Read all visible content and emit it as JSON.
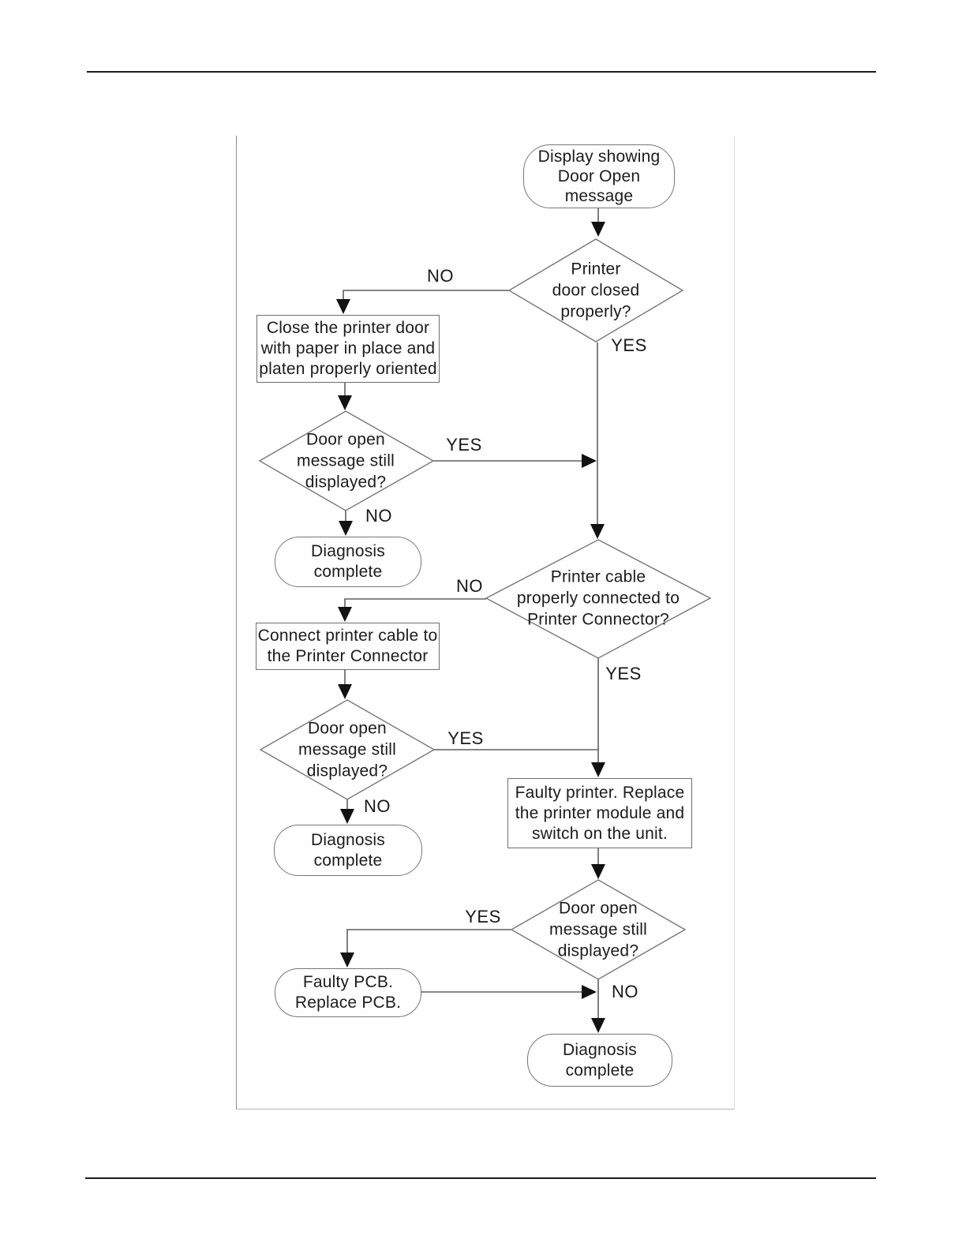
{
  "diagram": {
    "colors": {
      "connector_line": "#5f5f5f",
      "arrowhead": "#121212",
      "shape_border": "#777777",
      "text": "#1c1c1c",
      "frame_border": "#8f8f8f"
    },
    "nodes": [
      {
        "id": "start",
        "type": "terminator",
        "lines": [
          "Display showing",
          "Door Open",
          "message"
        ]
      },
      {
        "id": "printer-door-closed",
        "type": "decision",
        "lines": [
          "Printer",
          "door closed",
          "properly?"
        ]
      },
      {
        "id": "close-printer-door",
        "type": "process",
        "lines": [
          "Close the printer door",
          "with paper in place and",
          "platen properly oriented"
        ]
      },
      {
        "id": "door-open-still-1",
        "type": "decision",
        "lines": [
          "Door open",
          "message still",
          "displayed?"
        ]
      },
      {
        "id": "diagnosis-complete-1",
        "type": "terminator",
        "lines": [
          "Diagnosis",
          "complete"
        ]
      },
      {
        "id": "printer-cable-connected",
        "type": "decision",
        "lines": [
          "Printer cable",
          "properly connected to",
          "Printer Connector?"
        ]
      },
      {
        "id": "connect-printer-cable",
        "type": "process",
        "lines": [
          "Connect printer cable to",
          "the Printer Connector"
        ]
      },
      {
        "id": "door-open-still-2",
        "type": "decision",
        "lines": [
          "Door open",
          "message still",
          "displayed?"
        ]
      },
      {
        "id": "diagnosis-complete-2",
        "type": "terminator",
        "lines": [
          "Diagnosis",
          "complete"
        ]
      },
      {
        "id": "faulty-printer",
        "type": "process",
        "lines": [
          "Faulty printer. Replace",
          "the printer module and",
          "switch on the unit."
        ]
      },
      {
        "id": "door-open-still-3",
        "type": "decision",
        "lines": [
          "Door open",
          "message still",
          "displayed?"
        ]
      },
      {
        "id": "faulty-pcb",
        "type": "terminator",
        "lines": [
          "Faulty PCB.",
          "Replace PCB."
        ]
      },
      {
        "id": "diagnosis-complete-3",
        "type": "terminator",
        "lines": [
          "Diagnosis",
          "complete"
        ]
      }
    ],
    "edge_labels": [
      {
        "text": "NO"
      },
      {
        "text": "YES"
      },
      {
        "text": "YES"
      },
      {
        "text": "NO"
      },
      {
        "text": "NO"
      },
      {
        "text": "YES"
      },
      {
        "text": "YES"
      },
      {
        "text": "NO"
      },
      {
        "text": "YES"
      },
      {
        "text": "NO"
      }
    ]
  }
}
